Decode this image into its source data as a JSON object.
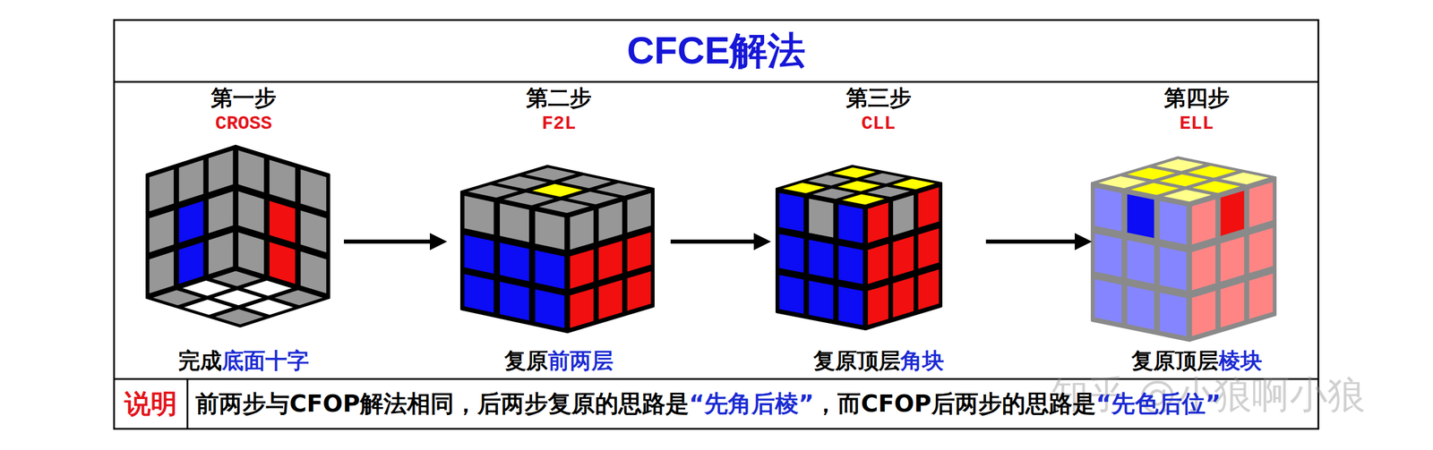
{
  "diagram": {
    "title": "CFCE解法",
    "nodes": [
      {
        "text": [
          "第一步",
          "CROSS",
          "完成",
          "底面十字"
        ]
      },
      {
        "text": [
          "第二步",
          "F2L",
          "复原",
          "前两层"
        ]
      },
      {
        "text": [
          "第三步",
          "CLL",
          "复原顶层",
          "角块"
        ]
      },
      {
        "text": [
          "第四步",
          "ELL",
          "复原顶层",
          "棱块"
        ]
      },
      {
        "text": [
          "说明"
        ]
      },
      {
        "text": [
          "前两步与CFOP解法相同，后两步复原的思路是",
          "“先角后棱”",
          "，而CFOP后两步的思路是",
          "“先色后位”"
        ]
      }
    ],
    "edges": [
      {
        "from": 0,
        "to": 1,
        "arrow": "to"
      },
      {
        "from": 1,
        "to": 2,
        "arrow": "to"
      },
      {
        "from": 2,
        "to": 3,
        "arrow": "to"
      }
    ],
    "labels": [
      "知乎 @小狼啊小狼"
    ]
  }
}
